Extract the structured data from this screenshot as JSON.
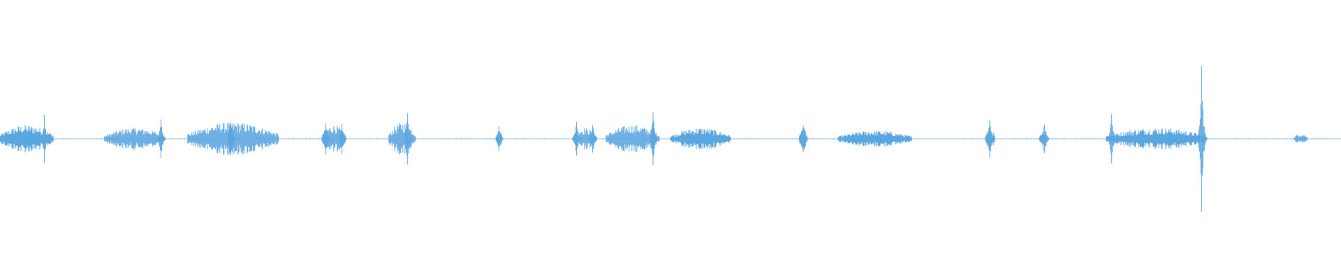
{
  "waveform": {
    "color": "#5aa6e0",
    "baseline_color": "#8fc2ea",
    "segments": [
      {
        "start": 0.0,
        "end": 0.04,
        "amp": 0.05
      },
      {
        "start": 0.078,
        "end": 0.123,
        "amp": 0.04
      },
      {
        "start": 0.14,
        "end": 0.208,
        "amp": 0.06
      },
      {
        "start": 0.24,
        "end": 0.258,
        "amp": 0.05
      },
      {
        "start": 0.29,
        "end": 0.31,
        "amp": 0.06
      },
      {
        "start": 0.37,
        "end": 0.375,
        "amp": 0.03
      },
      {
        "start": 0.427,
        "end": 0.445,
        "amp": 0.04
      },
      {
        "start": 0.452,
        "end": 0.492,
        "amp": 0.05
      },
      {
        "start": 0.5,
        "end": 0.545,
        "amp": 0.04
      },
      {
        "start": 0.596,
        "end": 0.602,
        "amp": 0.04
      },
      {
        "start": 0.625,
        "end": 0.68,
        "amp": 0.03
      },
      {
        "start": 0.735,
        "end": 0.742,
        "amp": 0.04
      },
      {
        "start": 0.775,
        "end": 0.78,
        "amp": 0.03
      },
      {
        "start": 0.825,
        "end": 0.9,
        "amp": 0.04
      },
      {
        "start": 0.965,
        "end": 0.975,
        "amp": 0.02
      }
    ],
    "spikes": [
      {
        "pos": 0.033,
        "amp": 0.09
      },
      {
        "pos": 0.12,
        "amp": 0.07
      },
      {
        "pos": 0.172,
        "amp": 0.08
      },
      {
        "pos": 0.243,
        "amp": 0.07
      },
      {
        "pos": 0.255,
        "amp": 0.06
      },
      {
        "pos": 0.304,
        "amp": 0.11
      },
      {
        "pos": 0.372,
        "amp": 0.05
      },
      {
        "pos": 0.43,
        "amp": 0.07
      },
      {
        "pos": 0.442,
        "amp": 0.06
      },
      {
        "pos": 0.487,
        "amp": 0.11
      },
      {
        "pos": 0.599,
        "amp": 0.07
      },
      {
        "pos": 0.738,
        "amp": 0.08
      },
      {
        "pos": 0.779,
        "amp": 0.07
      },
      {
        "pos": 0.829,
        "amp": 0.1
      },
      {
        "pos": 0.896,
        "amp": 0.28
      }
    ]
  }
}
